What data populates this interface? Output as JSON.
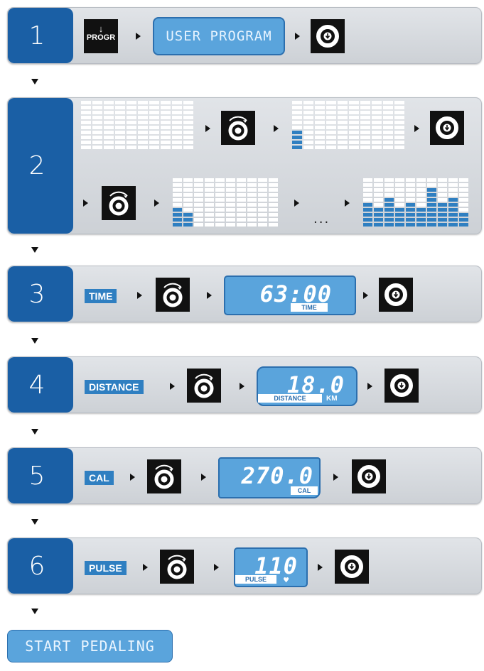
{
  "steps": [
    {
      "number": "1"
    },
    {
      "number": "2"
    },
    {
      "number": "3",
      "label": "TIME",
      "display_value": "63:00",
      "display_tag": "TIME"
    },
    {
      "number": "4",
      "label": "DISTANCE",
      "display_value": "18.0",
      "display_tag": "DISTANCE",
      "display_unit": "KM"
    },
    {
      "number": "5",
      "label": "CAL",
      "display_value": "270.0",
      "display_tag": "CAL"
    },
    {
      "number": "6",
      "label": "PULSE",
      "display_value": "110",
      "display_tag": "PULSE"
    }
  ],
  "step1": {
    "progr_button": "PROGR",
    "display_text": "USER PROGRAM"
  },
  "step2": {
    "ellipsis": "..."
  },
  "start_text": "START PEDALING",
  "icons": {
    "progr": "down-arrow-icon",
    "select": "enter-dial-icon",
    "rotate": "rotary-knob-icon",
    "flow": "arrow-right-icon",
    "next": "down-triangle-icon",
    "pulse": "heart-icon"
  },
  "colors": {
    "accent": "#1a5fa5",
    "lcd": "#5aa4dc",
    "panel": "#d8dbdf"
  }
}
